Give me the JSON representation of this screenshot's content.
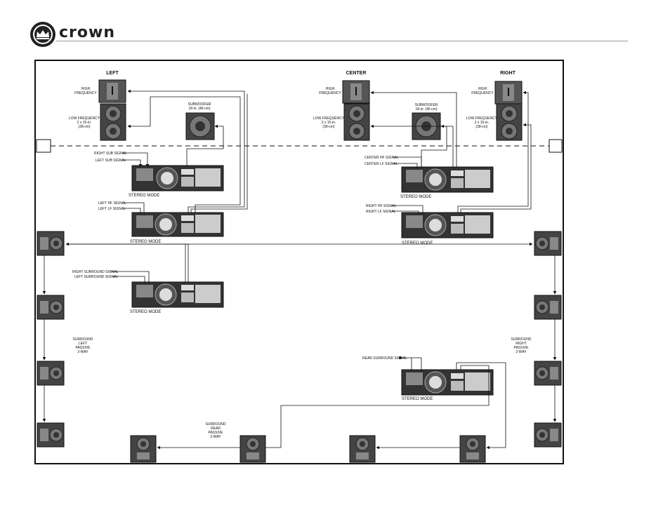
{
  "brand": {
    "name": "crown"
  },
  "zones": {
    "left": "LEFT",
    "center": "CENTER",
    "right": "RIGHT"
  },
  "speakers": {
    "high_frequency": [
      "HIGH",
      "FREQUENCY"
    ],
    "low_frequency": [
      "LOW FREQUENCY",
      "2 x 15-in.",
      "(38-cm)"
    ],
    "subwoofer": [
      "SUBWOOFER",
      "18-in. (46-cm)"
    ]
  },
  "signals": {
    "right_sub": "RIGHT SUB SIGNAL",
    "left_sub": "LEFT SUB SIGNAL",
    "left_hf": "LEFT HF SIGNAL",
    "left_lf": "LEFT LF SIGNAL",
    "center_hf": "CENTER HF SIGNAL",
    "center_lf": "CENTER LF SIGNAL",
    "right_hf": "RIGHT HF SIGNAL",
    "right_lf": "RIGHT LF SIGNAL",
    "right_surround": "RIGHT SURROUND SIGNAL",
    "left_surround": "LEFT SURROUND SIGNAL",
    "rear_surround": "REAR SURROUND SIGNAL"
  },
  "amp_mode": "STEREO MODE",
  "surround_groups": {
    "left": [
      "SURROUND",
      "LEFT",
      "PASSIVE",
      "2-WAY"
    ],
    "right": [
      "SURROUND",
      "RIGHT",
      "PASSIVE",
      "2-WAY"
    ],
    "rear": [
      "SURROUND",
      "REAR",
      "PASSIVE",
      "2-WAY"
    ]
  }
}
